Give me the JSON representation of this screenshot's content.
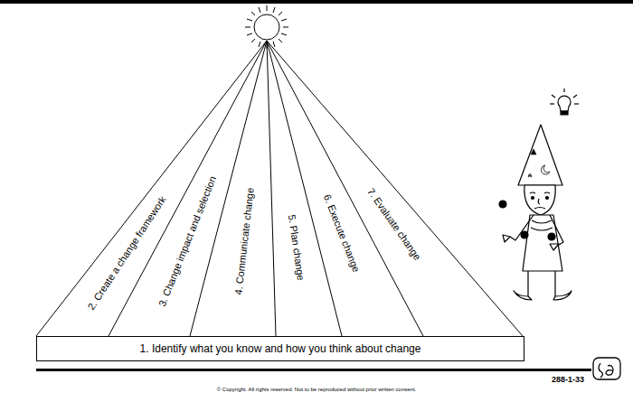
{
  "diagram": {
    "nodes": [
      {
        "text": [
          "1. Identify what you know and how you think about change"
        ]
      }
    ],
    "labels": [
      "2. Create a change framework",
      "3. Change impact and selection",
      "4. Communicate change",
      "5. Plan change",
      "6. Execute change",
      "7. Evaluate change",
      "© Copyright. All rights reserved. Not to be reproduced without prior written consent.",
      "288-1-33"
    ]
  }
}
